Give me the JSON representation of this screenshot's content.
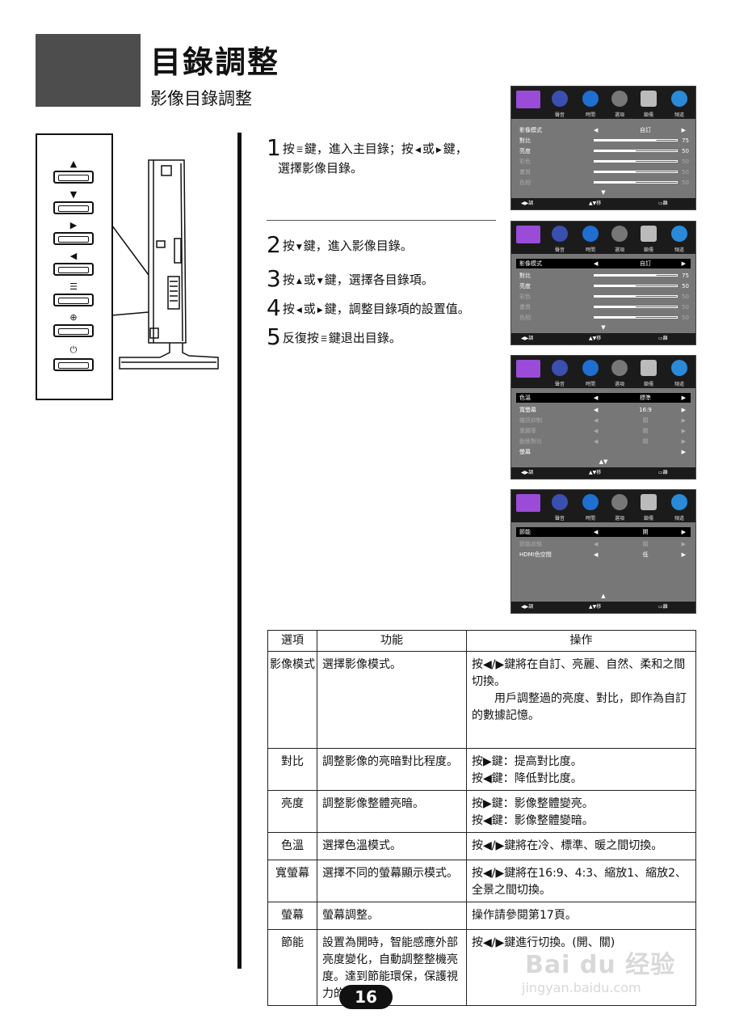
{
  "header": {
    "title": "目錄調整",
    "subtitle": "影像目錄調整"
  },
  "panel_symbols": [
    "▲",
    "▼",
    "▶",
    "◀",
    "☰",
    "⊕",
    "⏻"
  ],
  "steps": {
    "s1": {
      "num": "1",
      "a": "按",
      "b": "鍵，進入主目錄；按",
      "c": "或",
      "d": "鍵，",
      "line2": "選擇影像目錄。"
    },
    "s2": {
      "num": "2",
      "a": "按",
      "b": "鍵，進入影像目錄。"
    },
    "s3": {
      "num": "3",
      "a": "按",
      "b": "或",
      "c": "鍵，選擇各目錄項。"
    },
    "s4": {
      "num": "4",
      "a": "按",
      "b": "或",
      "c": "鍵，調整目錄項的設置值。"
    },
    "s5": {
      "num": "5",
      "a": "反復按",
      "b": "鍵退出目錄。"
    }
  },
  "osd": {
    "tabs": [
      "聲音",
      "時間",
      "選項",
      "鎖儒",
      "頻道"
    ],
    "footer": {
      "adjust": "調整",
      "move": "移動",
      "exit": "離開"
    },
    "screen1": {
      "rows": [
        {
          "label": "影像模式",
          "value": "自訂"
        },
        {
          "label": "對比",
          "bar": "75"
        },
        {
          "label": "亮度",
          "bar": "50"
        },
        {
          "label": "彩色",
          "bar": "50"
        },
        {
          "label": "畫質",
          "bar": "50"
        },
        {
          "label": "色相",
          "bar": "50"
        }
      ]
    },
    "screen3": {
      "rows": [
        {
          "label": "色溫",
          "value": "標準"
        },
        {
          "label": "寬螢幕",
          "value": "16:9"
        },
        {
          "label": "雜訊抑制",
          "value": "關"
        },
        {
          "label": "重顯率",
          "value": "關"
        },
        {
          "label": "動態對比",
          "value": "關"
        },
        {
          "label": "螢幕",
          "value": ""
        }
      ]
    },
    "screen4": {
      "rows": [
        {
          "label": "節能",
          "value": "開"
        },
        {
          "label": "節能狀態",
          "value": "關"
        },
        {
          "label": "HDMI色空間",
          "value": "低"
        }
      ]
    }
  },
  "table": {
    "headers": [
      "選項",
      "功能",
      "操作"
    ],
    "rows": [
      {
        "opt": "影像模式",
        "func": "選擇影像模式。",
        "op": "按◀/▶鍵將在自訂、亮麗、自然、柔和之間切換。",
        "op2": "用戶調整過的亮度、對比，即作為自訂的數據記憶。"
      },
      {
        "opt": "對比",
        "func": "調整影像的亮暗對比程度。",
        "op": "按▶鍵：提高對比度。",
        "op2": "按◀鍵：降低對比度。"
      },
      {
        "opt": "亮度",
        "func": "調整影像整體亮暗。",
        "op": "按▶鍵：影像整體變亮。",
        "op2": "按◀鍵：影像整體變暗。"
      },
      {
        "opt": "色溫",
        "func": "選擇色溫模式。",
        "op": "按◀/▶鍵將在冷、標準、暖之間切換。",
        "op2": ""
      },
      {
        "opt": "寬螢幕",
        "func": "選擇不同的螢幕顯示模式。",
        "op": "按◀/▶鍵將在16:9、4:3、縮放1、縮放2、全景之間切換。",
        "op2": ""
      },
      {
        "opt": "螢幕",
        "func": "螢幕調整。",
        "op": "操作請參閱第17頁。",
        "op2": ""
      },
      {
        "opt": "節能",
        "func": "設置為開時，智能感應外部亮度變化，自動調整整機亮度。達到節能環保，保護視力的作用。",
        "op": "按◀/▶鍵進行切換。(開、關)",
        "op2": ""
      }
    ]
  },
  "page_number": "16",
  "watermark": {
    "logo": "Bai du 经验",
    "url": "jingyan.baidu.com"
  }
}
